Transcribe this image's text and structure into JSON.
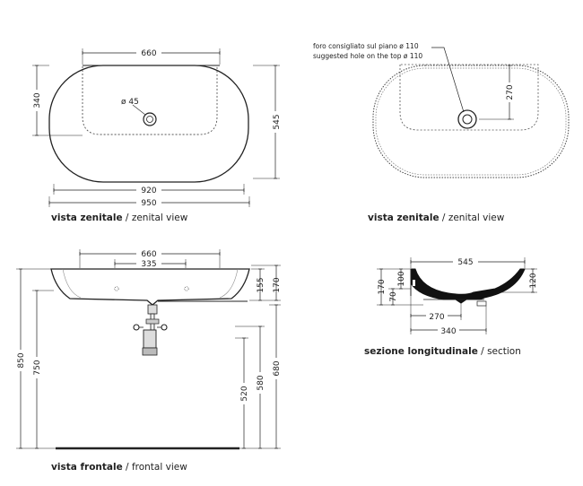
{
  "top_view": {
    "dim_660": "660",
    "dim_340": "340",
    "dim_545": "545",
    "dim_920": "920",
    "dim_950": "950",
    "hole": "ø 45"
  },
  "top_view_caption": {
    "bold": "vista zenitale",
    "sep": " / ",
    "normal": "zenital view"
  },
  "top_view_right": {
    "note_it": "foro consigliato sul piano ø 110",
    "note_en": "suggested hole on the top ø 110",
    "dim_270": "270"
  },
  "top_view_right_caption": {
    "bold": "vista zenitale",
    "sep": " / ",
    "normal": "zenital view"
  },
  "front_view": {
    "dim_660": "660",
    "dim_335": "335",
    "dim_155": "155",
    "dim_170": "170",
    "dim_850": "850",
    "dim_750": "750",
    "dim_520": "520",
    "dim_580": "580",
    "dim_680": "680"
  },
  "front_view_caption": {
    "bold": "vista frontale",
    "sep": " / ",
    "normal": "frontal view"
  },
  "section": {
    "dim_545": "545",
    "dim_170": "170",
    "dim_100": "100",
    "dim_70": "70",
    "dim_120": "120",
    "dim_270": "270",
    "dim_340": "340"
  },
  "section_caption": {
    "bold": "sezione longitudinale",
    "sep": " / ",
    "normal": "section"
  }
}
